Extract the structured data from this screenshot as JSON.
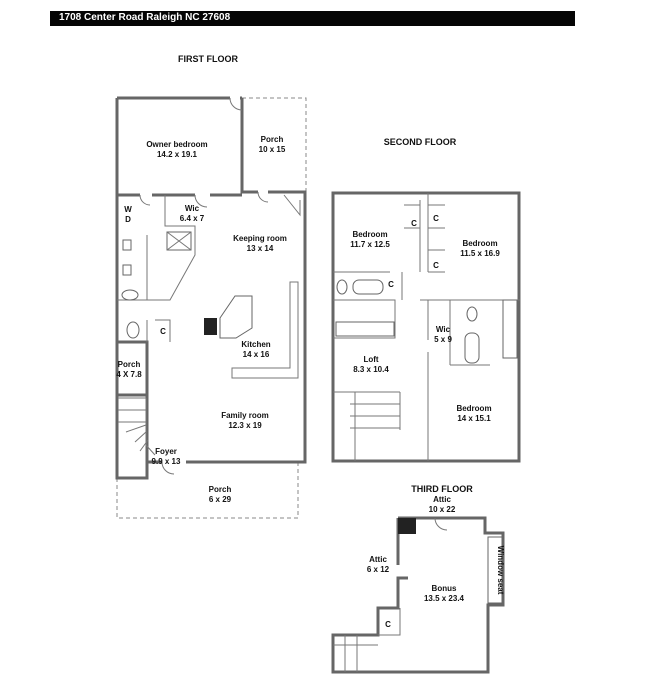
{
  "header": {
    "address": "1708 Center Road Raleigh NC 27608"
  },
  "floors": {
    "first": "FIRST FLOOR",
    "second": "SECOND FLOOR",
    "third": "THIRD FLOOR"
  },
  "rooms": {
    "owner_bedroom": {
      "name": "Owner bedroom",
      "dim": "14.2 x 19.1"
    },
    "porch_top": {
      "name": "Porch",
      "dim": "10 x 15"
    },
    "wic_first": {
      "name": "Wic",
      "dim": "6.4 x 7"
    },
    "keeping_room": {
      "name": "Keeping room",
      "dim": "13 x 14"
    },
    "kitchen": {
      "name": "Kitchen",
      "dim": "14 x 16"
    },
    "porch_side": {
      "name": "Porch",
      "dim": "4 X 7.8"
    },
    "family_room": {
      "name": "Family room",
      "dim": "12.3 x 19"
    },
    "foyer": {
      "name": "Foyer",
      "dim": "9.9 x 13"
    },
    "porch_front": {
      "name": "Porch",
      "dim": "6 x 29"
    },
    "bedroom_a": {
      "name": "Bedroom",
      "dim": "11.7 x 12.5"
    },
    "bedroom_b": {
      "name": "Bedroom",
      "dim": "11.5 x 16.9"
    },
    "wic_second": {
      "name": "Wic",
      "dim": "5 x 9"
    },
    "loft": {
      "name": "Loft",
      "dim": "8.3 x 10.4"
    },
    "bedroom_c": {
      "name": "Bedroom",
      "dim": "14 x 15.1"
    },
    "attic_top": {
      "name": "Attic",
      "dim": "10 x 22"
    },
    "attic_side": {
      "name": "Attic",
      "dim": "6 x 12"
    },
    "bonus": {
      "name": "Bonus",
      "dim": "13.5 x 23.4"
    },
    "window_seat": {
      "name": "Window seat"
    }
  },
  "labels": {
    "closet": "C",
    "washer": "W",
    "dryer": "D"
  }
}
